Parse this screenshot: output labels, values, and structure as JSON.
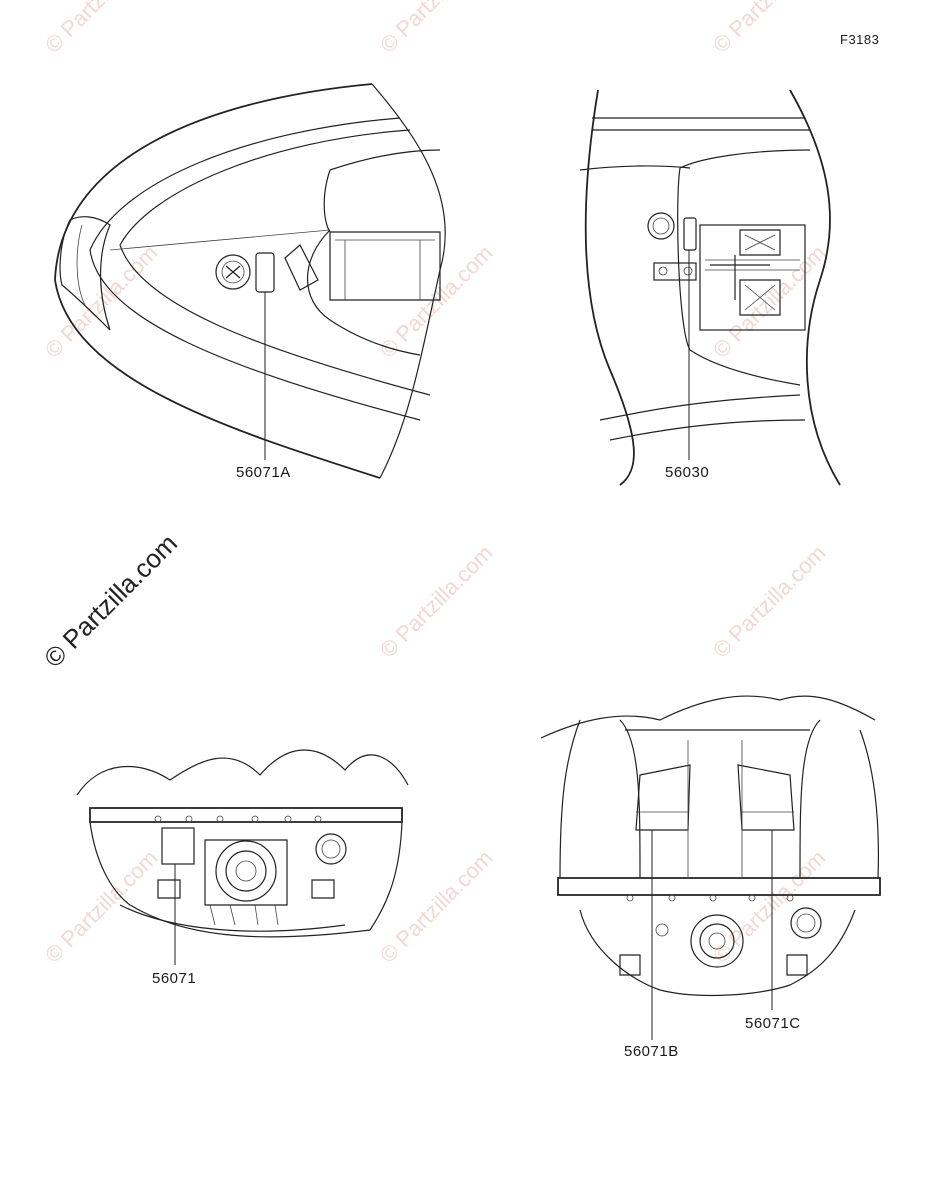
{
  "figure_code": "F3183",
  "watermark": {
    "small_text": "© Partzilla.com",
    "large_text": "© Partzilla.com"
  },
  "callouts": {
    "top_left": "56071A",
    "top_right": "56030",
    "bottom_left": "56071",
    "bottom_right_b": "56071B",
    "bottom_right_c": "56071C"
  }
}
